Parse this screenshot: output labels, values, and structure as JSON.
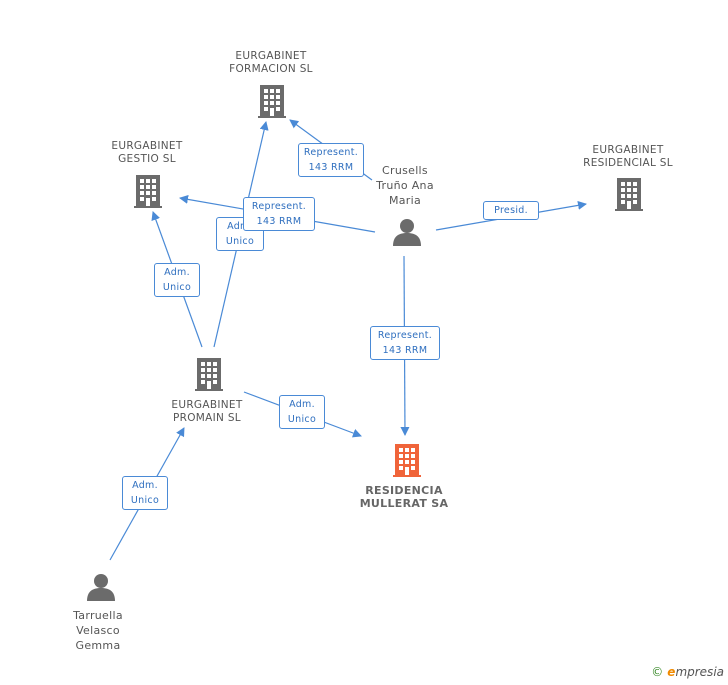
{
  "nodes": {
    "formacion": [
      "EURGABINET",
      "FORMACION SL"
    ],
    "gestio": [
      "EURGABINET",
      "GESTIO SL"
    ],
    "residencial": [
      "EURGABINET",
      "RESIDENCIAL SL"
    ],
    "promain": [
      "EURGABINET",
      "PROMAIN SL"
    ],
    "residencia": [
      "RESIDENCIA",
      "MULLERAT SA"
    ],
    "crusells": [
      "Crusells",
      "Truño Ana",
      "Maria"
    ],
    "tarruella": [
      "Tarruella",
      "Velasco",
      "Gemma"
    ]
  },
  "edges": {
    "e_formacion": [
      "Represent.",
      "143 RRM"
    ],
    "e_gestio": [
      "Represent.",
      "143 RRM"
    ],
    "e_promain_formacion": [
      "Adm.",
      "Unico"
    ],
    "e_promain_gestio": [
      "Adm.",
      "Unico"
    ],
    "e_residencial": [
      "Presid."
    ],
    "e_residencia": [
      "Represent.",
      "143 RRM"
    ],
    "e_promain_residencia": [
      "Adm.",
      "Unico"
    ],
    "e_tarruella": [
      "Adm.",
      "Unico"
    ]
  },
  "colors": {
    "edge": "#4a8ad6",
    "company_icon": "#6b6b6b",
    "focus_icon": "#f0643a",
    "person_icon": "#6b6b6b"
  },
  "icons": {
    "company": "building-icon",
    "person": "person-icon"
  },
  "brand": {
    "copyright": "©",
    "e": "e",
    "rest": "mpresia"
  }
}
